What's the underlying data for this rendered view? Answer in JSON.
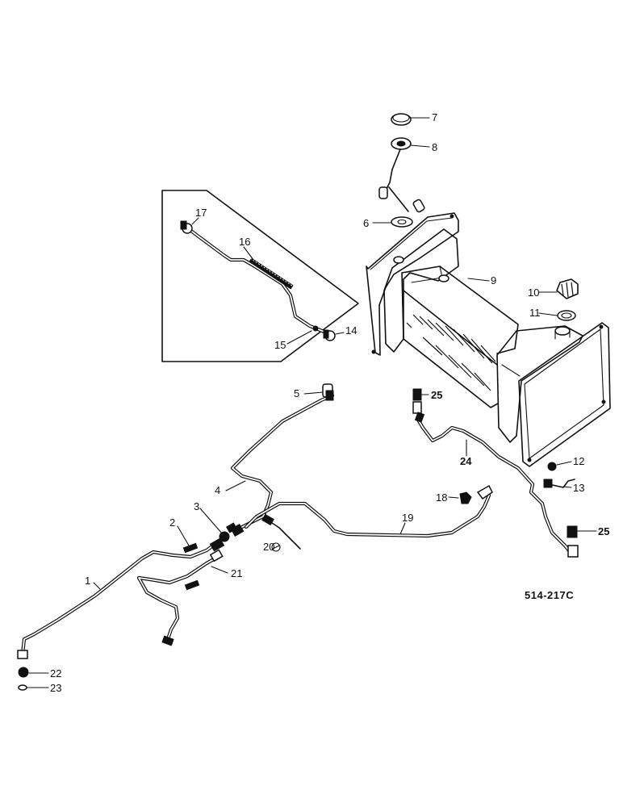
{
  "diagram": {
    "figure_ref": "514-217C",
    "callouts": {
      "c1": "1",
      "c2": "2",
      "c3": "3",
      "c4": "4",
      "c5": "5",
      "c6": "6",
      "c7": "7",
      "c8": "8",
      "c9": "9",
      "c10": "10",
      "c11": "11",
      "c12": "12",
      "c13": "13",
      "c14": "14",
      "c15": "15",
      "c16": "16",
      "c17": "17",
      "c18": "18",
      "c19": "19",
      "c20": "20",
      "c21": "21",
      "c22": "22",
      "c23": "23",
      "c24": "24",
      "c25a": "25",
      "c25b": "25"
    }
  }
}
